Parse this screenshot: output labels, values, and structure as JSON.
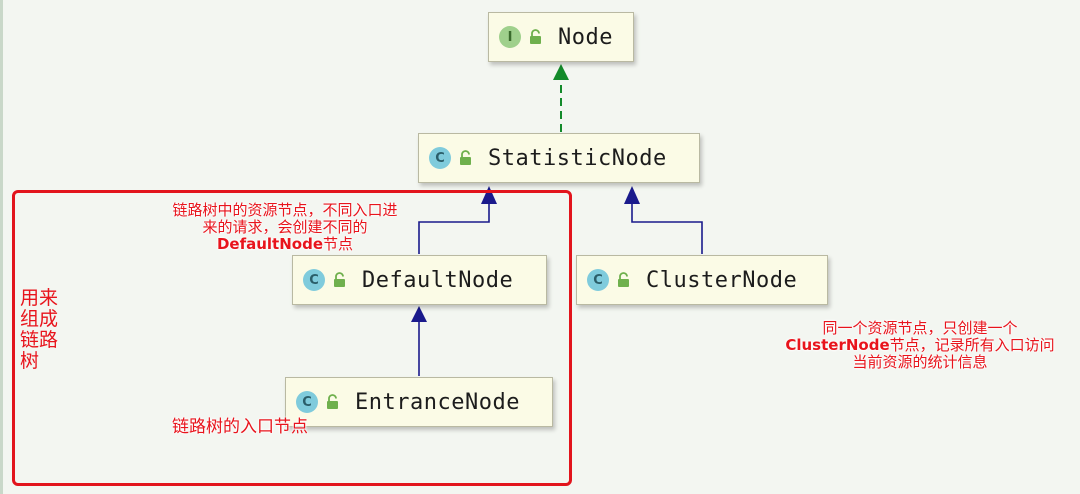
{
  "nodes": {
    "node": {
      "label": "Node",
      "badge": "I"
    },
    "statistic_node": {
      "label": "StatisticNode",
      "badge": "C"
    },
    "default_node": {
      "label": "DefaultNode",
      "badge": "C"
    },
    "cluster_node": {
      "label": "ClusterNode",
      "badge": "C"
    },
    "entrance_node": {
      "label": "EntranceNode",
      "badge": "C"
    }
  },
  "notes": {
    "default_node_line1": "链路树中的资源节点，不同入口进",
    "default_node_line2": "来的请求，会创建不同的",
    "default_node_line3_bold": "DefaultNode",
    "default_node_line3_rest": "节点",
    "cluster_line1": "同一个资源节点，只创建一个",
    "cluster_line2_bold": "ClusterNode",
    "cluster_line2_rest": "节点，记录所有入口访问",
    "cluster_line3": "当前资源的统计信息",
    "entrance": "链路树的入口节点",
    "chain_tree": "用来组成链路树"
  },
  "colors": {
    "interface_arrow": "#138a2a",
    "class_arrow": "#1a1a8c",
    "annotation_red": "#e2141c",
    "node_fill": "#fbfbe6",
    "background": "#f3f6f1"
  },
  "icons": {
    "interface_badge": "interface-icon",
    "class_badge": "class-icon",
    "visibility": "lock-icon"
  }
}
